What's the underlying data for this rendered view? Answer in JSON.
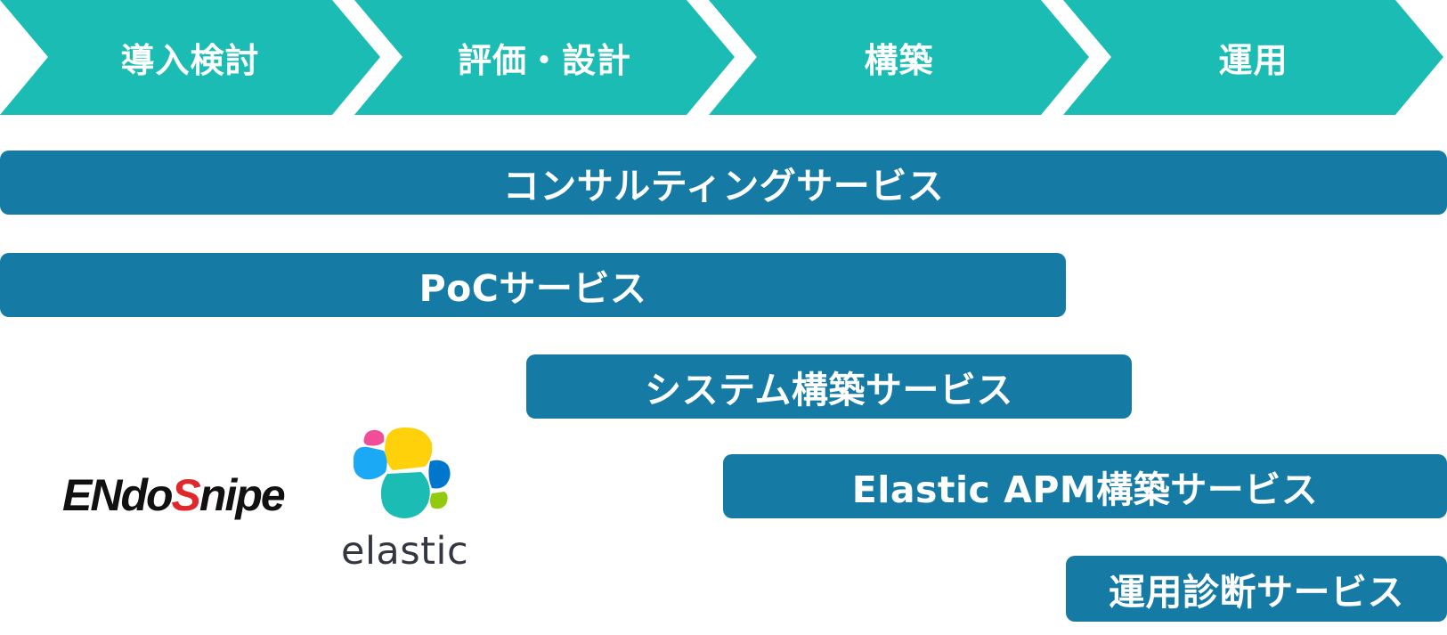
{
  "colors": {
    "phase": "#1bbcb3",
    "service_bar": "#157ba5",
    "white": "#ffffff"
  },
  "phases": [
    {
      "label": "導入検討"
    },
    {
      "label": "評価・設計"
    },
    {
      "label": "構築"
    },
    {
      "label": "運用"
    }
  ],
  "services": [
    {
      "label": "コンサルティングサービス"
    },
    {
      "label": "PoCサービス"
    },
    {
      "label": "システム構築サービス"
    },
    {
      "label": "Elastic APM構築サービス"
    },
    {
      "label": "運用診断サービス"
    }
  ],
  "logos": {
    "endosnipe": {
      "text_black_1": "ENdo",
      "text_red": "S",
      "text_black_2": "nipe"
    },
    "elastic": {
      "wordmark": "elastic"
    }
  }
}
